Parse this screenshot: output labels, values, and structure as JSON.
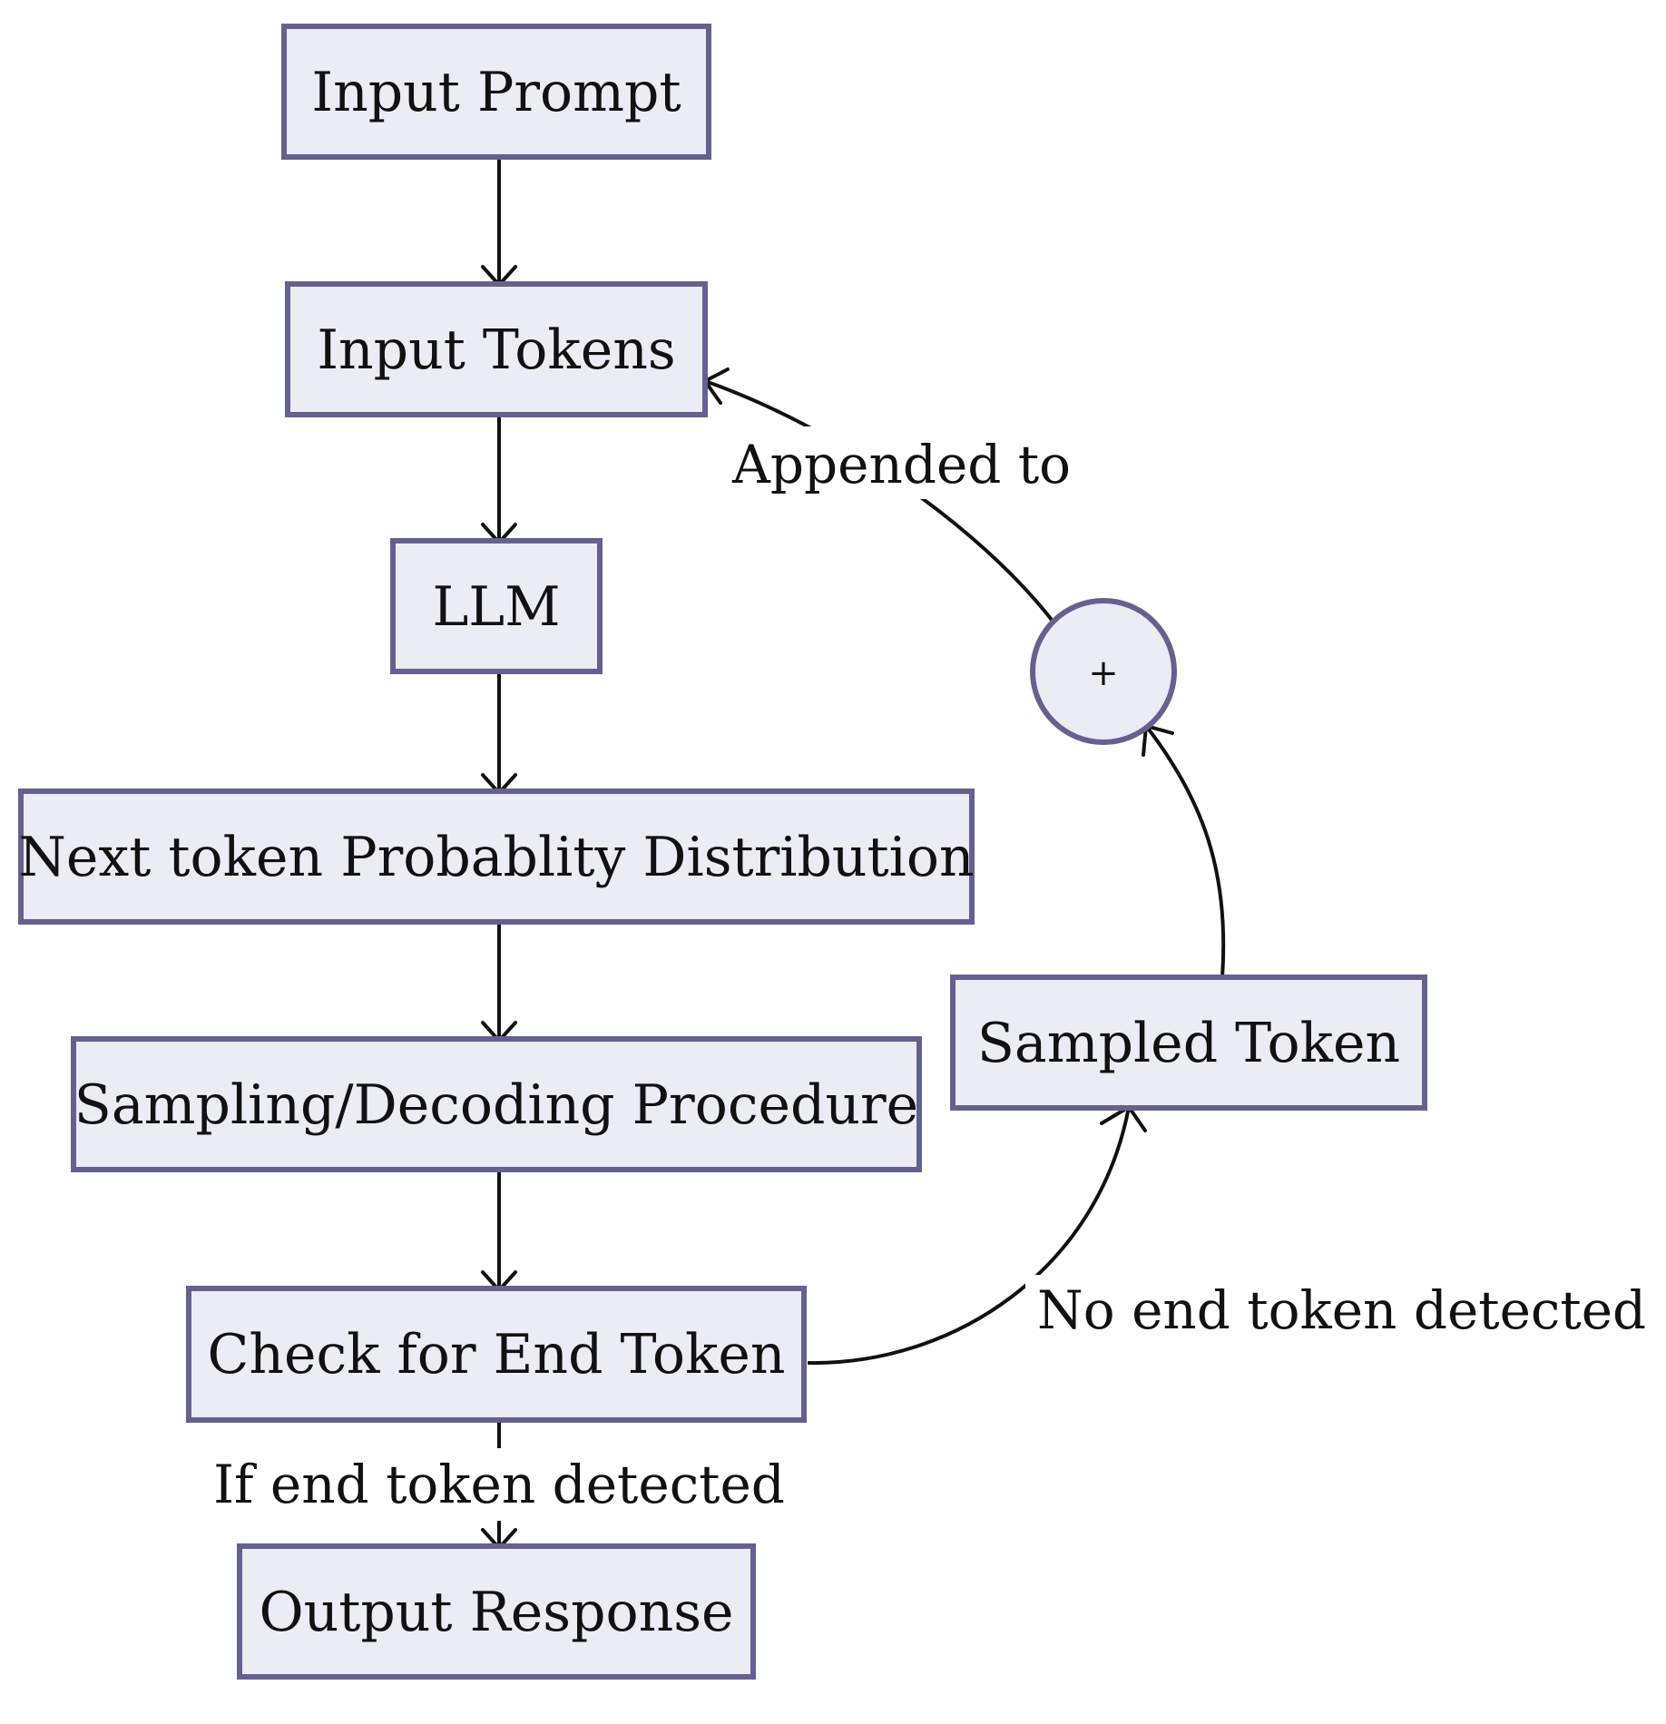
{
  "colors": {
    "node_fill": "#ececf4",
    "node_stroke": "#63628f",
    "edge": "#111111"
  },
  "nodes": {
    "input_prompt": "Input Prompt",
    "input_tokens": "Input Tokens",
    "llm": "LLM",
    "next_token_dist": "Next token Probablity Distribution",
    "sampling": "Sampling/Decoding Procedure",
    "check_end": "Check for End Token",
    "output_response": "Output Response",
    "sampled_token": "Sampled Token",
    "plus": "+"
  },
  "edges": {
    "appended_to": "Appended to",
    "no_end_token": "No end token detected",
    "if_end_token": "If end token detected"
  }
}
